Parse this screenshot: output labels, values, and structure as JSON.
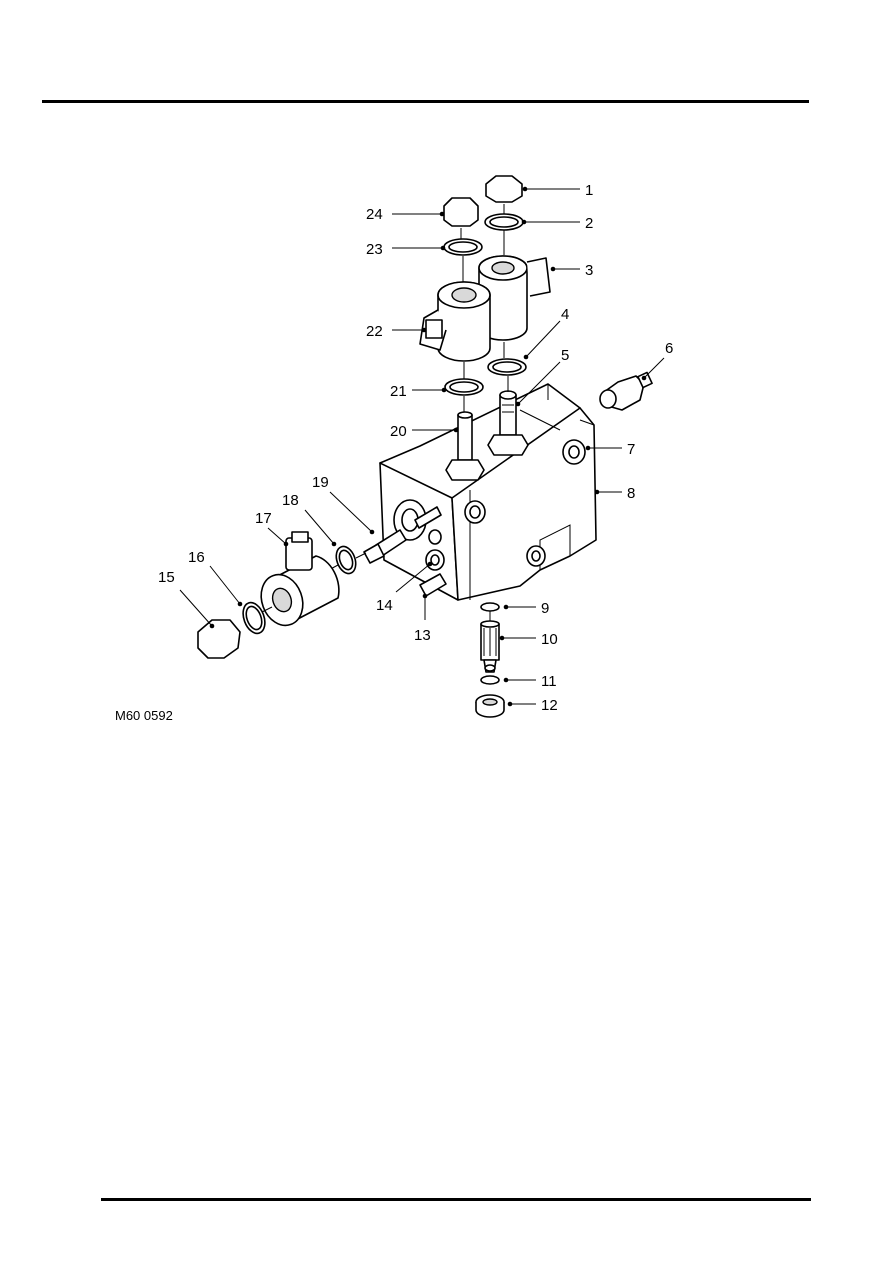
{
  "figure": {
    "reference": "M60 0592",
    "callouts": [
      "1",
      "2",
      "3",
      "4",
      "5",
      "6",
      "7",
      "8",
      "9",
      "10",
      "11",
      "12",
      "13",
      "14",
      "15",
      "16",
      "17",
      "18",
      "19",
      "20",
      "21",
      "22",
      "23",
      "24"
    ]
  },
  "colors": {
    "ink": "#000000",
    "paper": "#ffffff",
    "shade": "#d9d9d9"
  }
}
